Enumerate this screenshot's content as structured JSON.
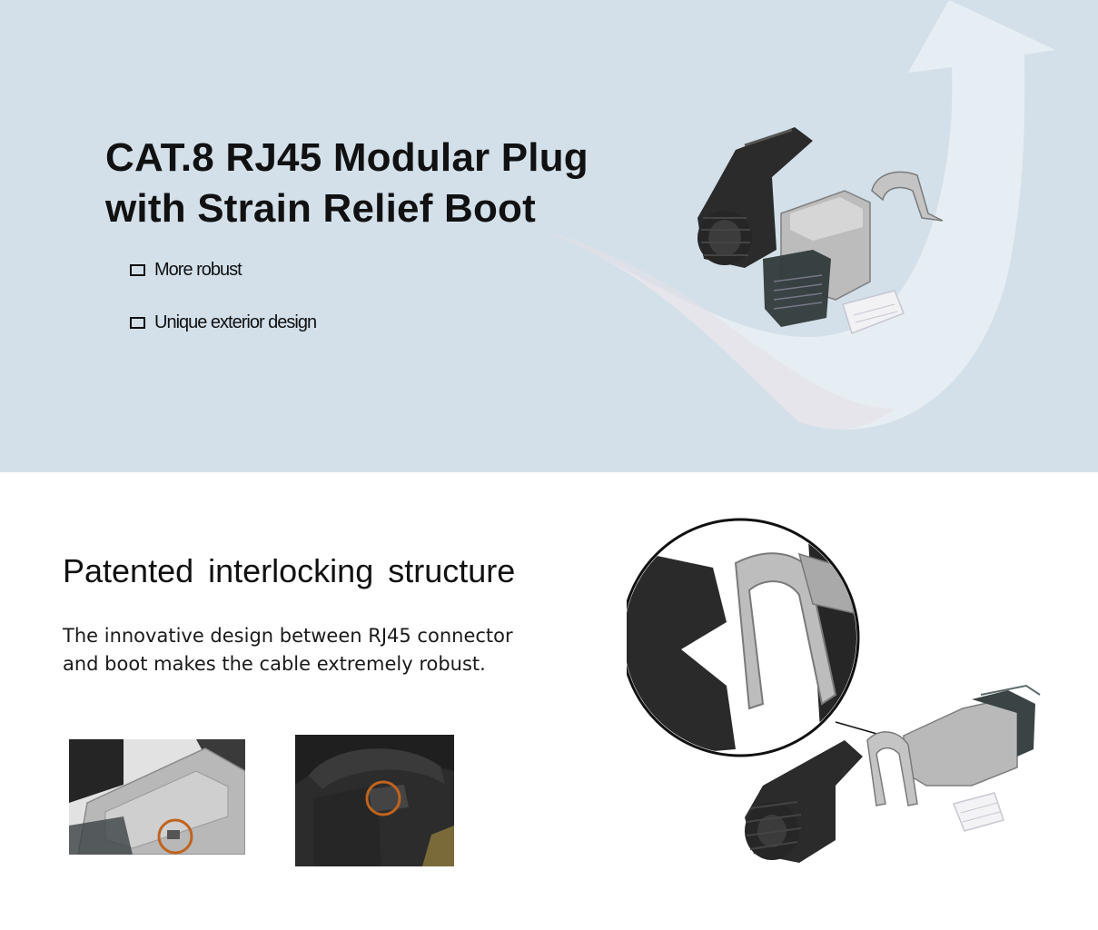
{
  "hero": {
    "title_line1": "CAT.8 RJ45 Modular Plug",
    "title_line2": "with Strain Relief Boot",
    "features": [
      "More robust",
      "Unique exterior design"
    ]
  },
  "section": {
    "title": "Patented interlocking structure",
    "description_line1": "The innovative design between RJ45 connector",
    "description_line2": "and boot makes the cable extremely robust."
  },
  "colors": {
    "hero_background": "#d3e0ea",
    "highlight_circle": "#c0641e",
    "boot": "#2b2b2b",
    "metal_shield": "#b9b9b9"
  },
  "icons": [
    "checkbox-icon",
    "rising-arrow-icon"
  ]
}
